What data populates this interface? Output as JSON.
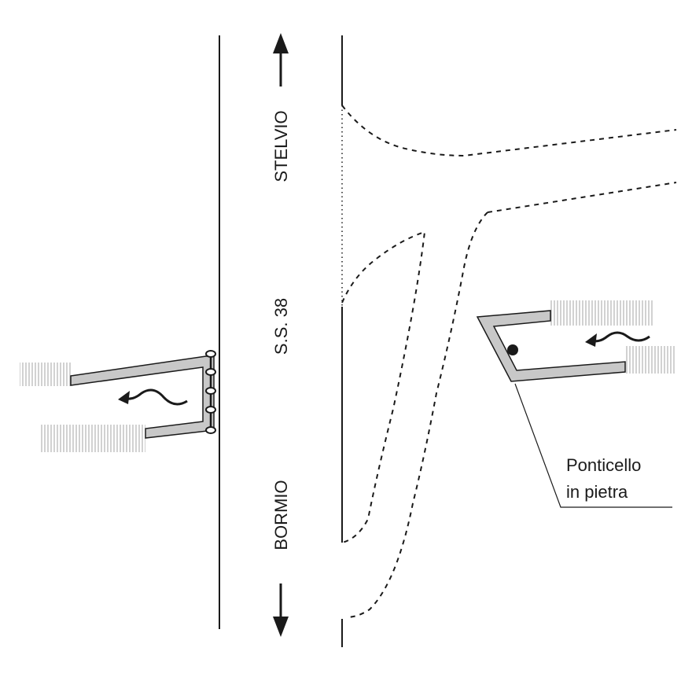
{
  "labels": {
    "north": "STELVIO",
    "road": "S.S. 38",
    "south": "BORMIO",
    "note_line1": "Ponticello",
    "note_line2": "in pietra"
  },
  "colors": {
    "ink": "#1a1a1a",
    "structure": "#c8c8c8",
    "hatch": "#8c8c8c",
    "background": "#ffffff"
  },
  "icons": {
    "north_arrow": "arrow-up-icon",
    "south_arrow": "arrow-down-icon",
    "flow_left": "wavy-arrow-left-icon",
    "flow_right": "wavy-arrow-left-icon",
    "marker": "dot-marker-icon"
  }
}
